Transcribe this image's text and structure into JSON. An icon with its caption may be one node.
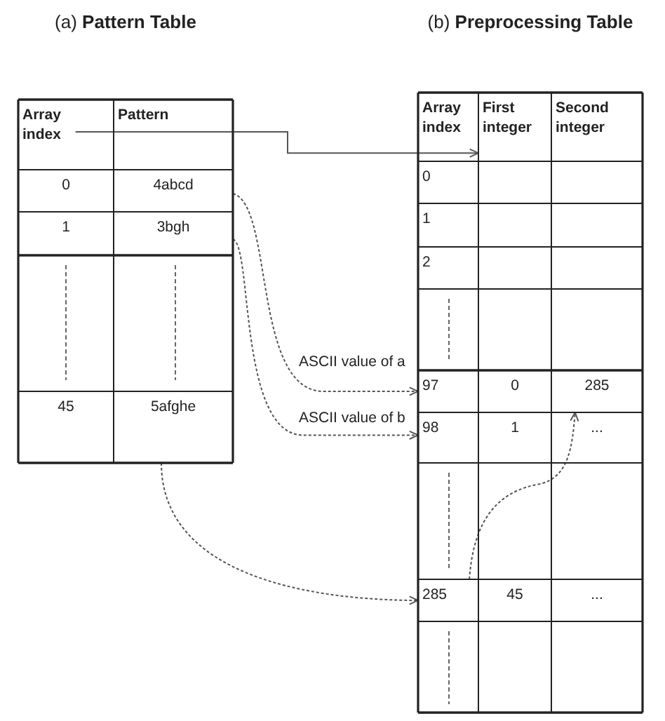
{
  "diagram": {
    "nodes": [
      {
        "text": [
          "(a) **Pattern Table**"
        ]
      },
      {
        "text": [
          "Array index"
        ],
        "in": 0
      },
      {
        "text": [
          "Pattern"
        ],
        "in": 0
      },
      {
        "text": [
          "0"
        ],
        "in": 0
      },
      {
        "text": [
          "4abcd"
        ],
        "in": 0
      },
      {
        "text": [
          "1"
        ],
        "in": 0
      },
      {
        "text": [
          "3bgh"
        ],
        "in": 0
      },
      {
        "text": [
          "45"
        ],
        "in": 0
      },
      {
        "text": [
          "5afghe"
        ],
        "in": 0
      },
      {
        "text": [
          "(b) **Preprocessing Table**"
        ]
      },
      {
        "text": [
          "Array index"
        ],
        "in": 9
      },
      {
        "text": [
          "First integer"
        ],
        "in": 9
      },
      {
        "text": [
          "Second integer"
        ],
        "in": 9
      },
      {
        "text": [
          "0"
        ],
        "in": 9
      },
      {
        "text": [
          "1"
        ],
        "in": 9
      },
      {
        "text": [
          "2"
        ],
        "in": 9
      },
      {
        "text": [
          "97"
        ],
        "in": 9
      },
      {
        "text": [
          "0"
        ],
        "in": 9
      },
      {
        "text": [
          "285"
        ],
        "in": 9
      },
      {
        "text": [
          "98"
        ],
        "in": 9
      },
      {
        "text": [
          "1"
        ],
        "in": 9
      },
      {
        "text": [
          "..."
        ],
        "in": 9
      },
      {
        "text": [
          "285"
        ],
        "in": 9
      },
      {
        "text": [
          "45"
        ],
        "in": 9
      },
      {
        "text": [
          "..."
        ],
        "in": 9
      }
    ],
    "edges": [
      {
        "from": 1,
        "to": 11,
        "arrow": "to"
      },
      {
        "from": 4,
        "to": 16,
        "arrow": "to",
        "label": "ASCII value of a",
        "style": "dashed"
      },
      {
        "from": 6,
        "to": 19,
        "arrow": "to",
        "label": "ASCII value of b",
        "style": "dashed"
      },
      {
        "from": 8,
        "to": 22,
        "arrow": "to",
        "style": "dashed"
      },
      {
        "from": 22,
        "to": 18,
        "arrow": "to",
        "style": "dashed"
      }
    ]
  }
}
